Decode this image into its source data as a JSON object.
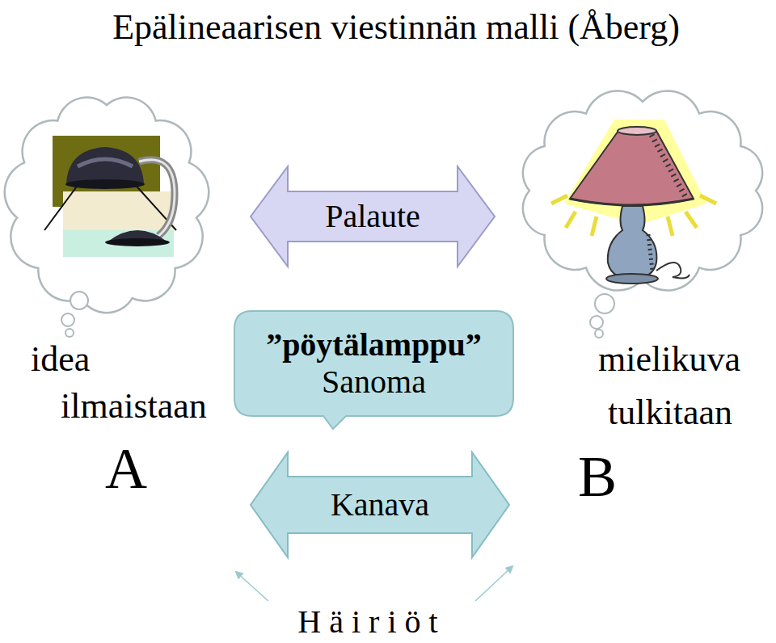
{
  "diagram": {
    "title": "Epälineaarisen viestinnän malli (Åberg)",
    "nodes": [
      {
        "text": [
          "idea ilmaistaan",
          "A"
        ]
      },
      {
        "text": [
          "”pöytälamppu”",
          "Sanoma"
        ]
      },
      {
        "text": [
          "mielikuva tulkitaan",
          "B"
        ]
      }
    ],
    "edges": [
      {
        "from": 0,
        "to": 2,
        "arrow": "both",
        "label": "Palaute"
      },
      {
        "from": 0,
        "to": 2,
        "arrow": "both",
        "label": "Kanava"
      }
    ],
    "labels": [
      "H ä i r i ö t"
    ]
  }
}
